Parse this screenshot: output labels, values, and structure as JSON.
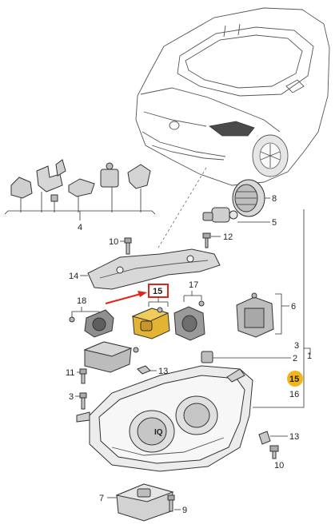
{
  "labels": {
    "l1": "1",
    "l2": "2",
    "l3": "3",
    "l4": "4",
    "l5": "5",
    "l6": "6",
    "l7": "7",
    "l8": "8",
    "l9": "9",
    "l10_top": "10",
    "l10_bottom": "10",
    "l11": "11",
    "l12": "12",
    "l13_top": "13",
    "l13_bottom": "13",
    "l14": "14",
    "l15_boxed": "15",
    "l15_dot": "15",
    "l16": "16",
    "l17": "17",
    "l18": "18"
  },
  "lamp_marking": "IQ",
  "colors": {
    "highlight_box": "#e0241b",
    "arrow": "#e0241b",
    "badge": "#f2b61c",
    "gold_part": "#e3b332",
    "grey_part": "#bdbdbd"
  }
}
